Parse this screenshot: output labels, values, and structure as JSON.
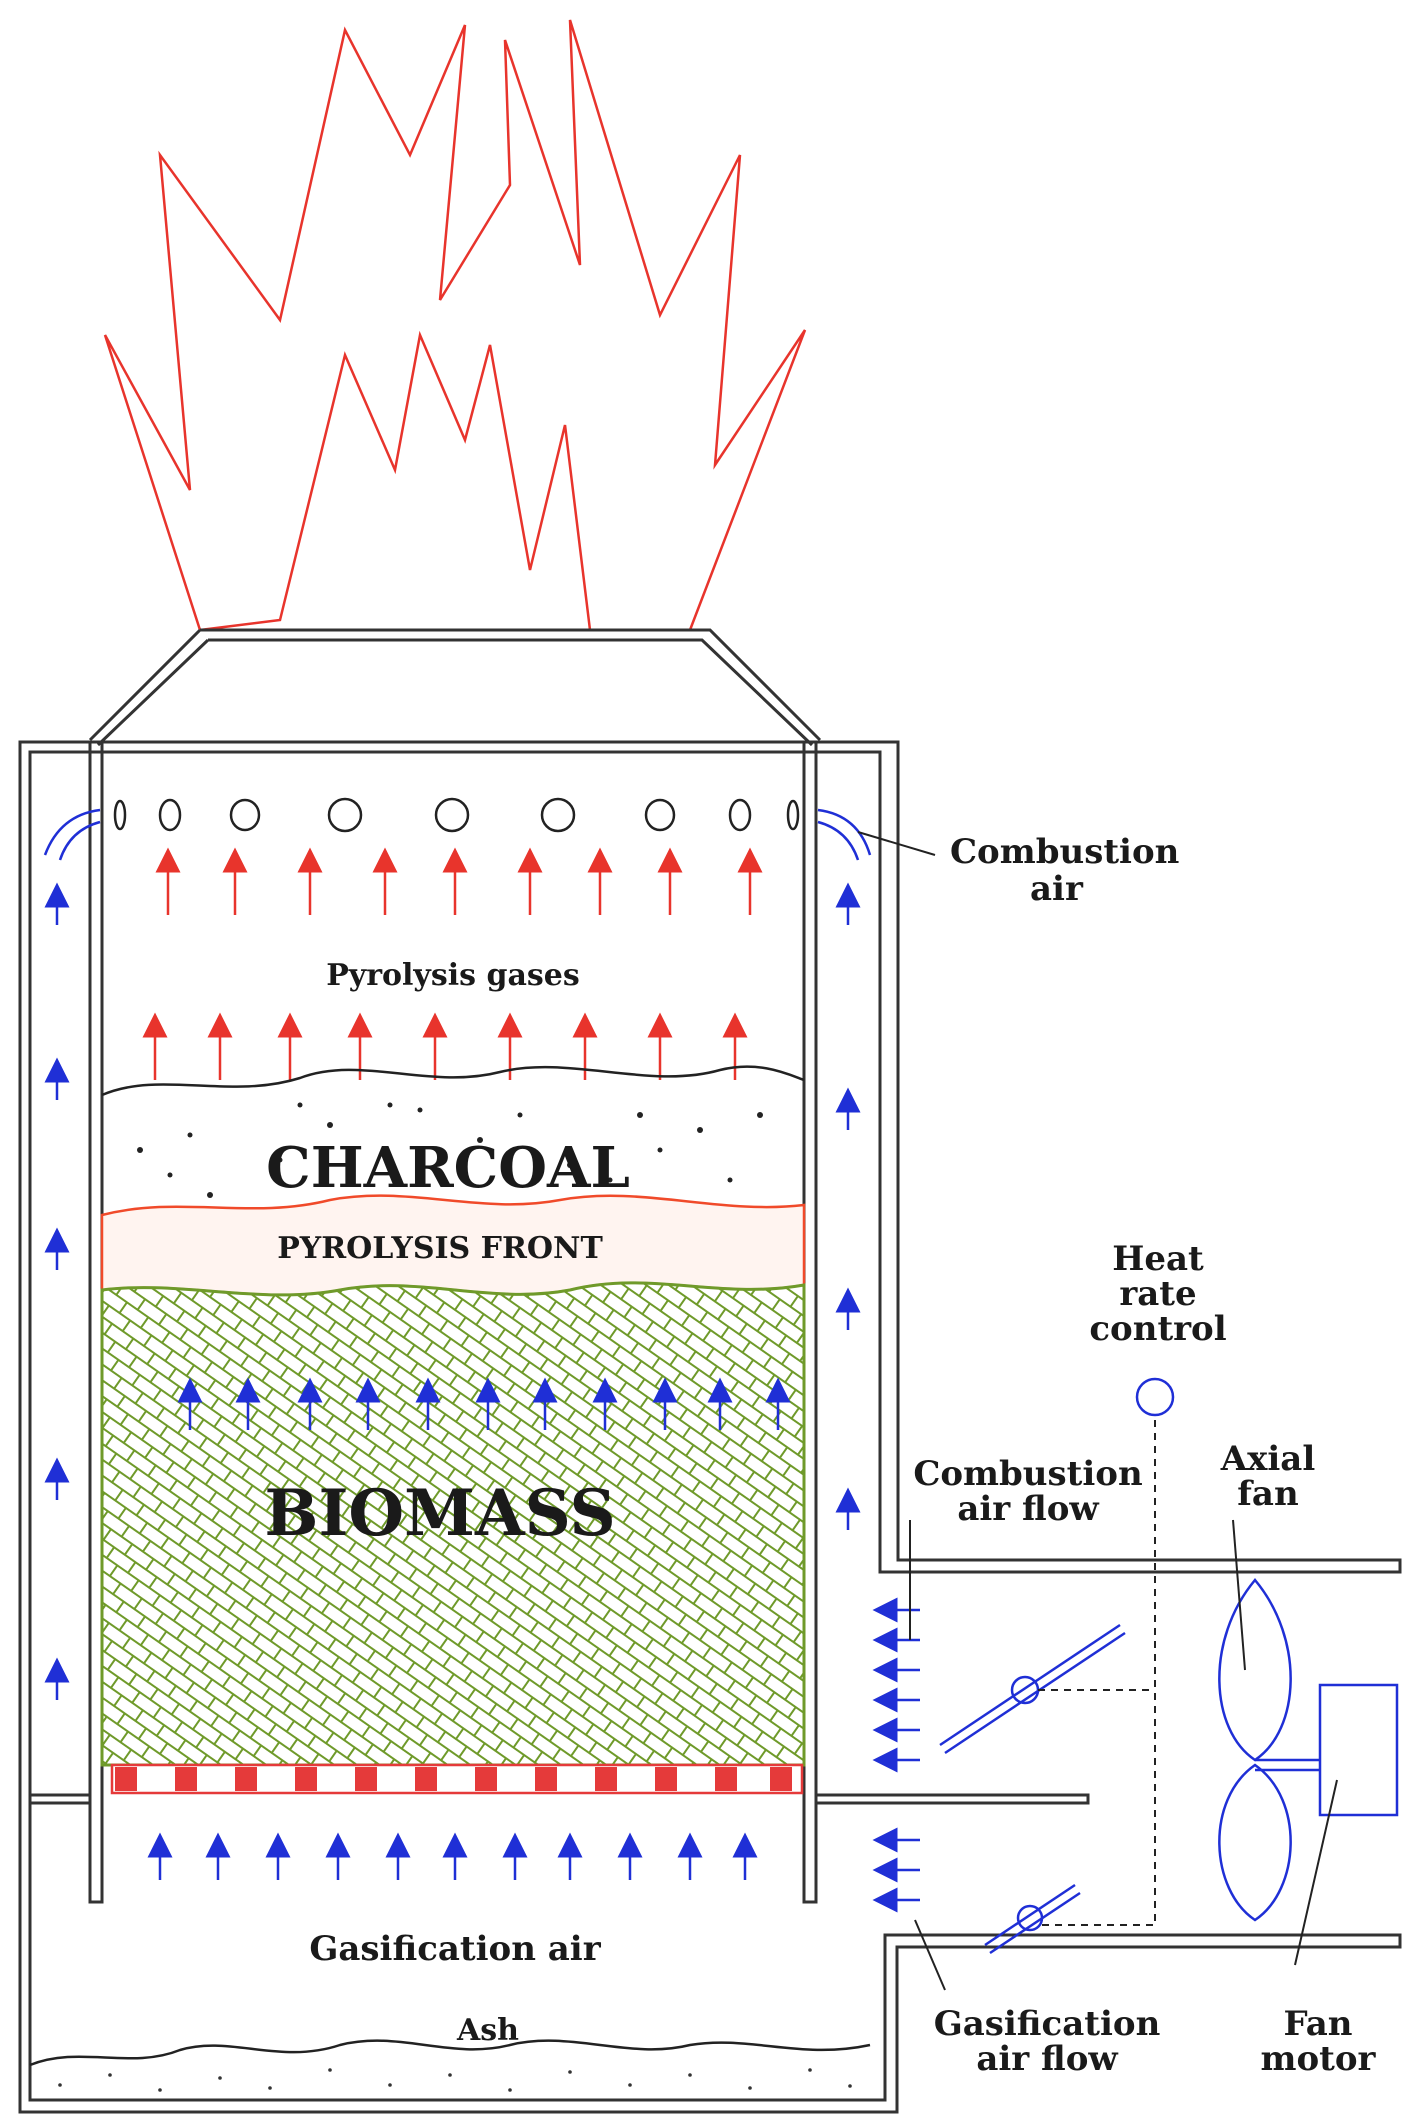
{
  "labels": {
    "combustion_air": [
      "Combustion",
      "air"
    ],
    "pyrolysis_gases": "Pyrolysis gases",
    "charcoal": "CHARCOAL",
    "pyrolysis_front": "PYROLYSIS FRONT",
    "heat_rate_control": [
      "Heat",
      "rate",
      "control"
    ],
    "biomass": "BIOMASS",
    "axial_fan": [
      "Axial",
      "fan"
    ],
    "combustion_air_flow": [
      "Combustion",
      "air flow"
    ],
    "gasification_air": "Gasification air",
    "ash": "Ash",
    "gasification_air_flow": [
      "Gasification",
      "air flow"
    ],
    "fan_motor": [
      "Fan",
      "motor"
    ]
  },
  "colors": {
    "flame": "#e8342c",
    "air_arrow": "#1f2fd6",
    "gas_arrow": "#e8342c",
    "biomass_hatch": "#6f9a2a",
    "pyrolysis_front": "#f04a2a",
    "grate": "#e53a3a",
    "structure": "#333333",
    "fan": "#1f2fd6"
  }
}
